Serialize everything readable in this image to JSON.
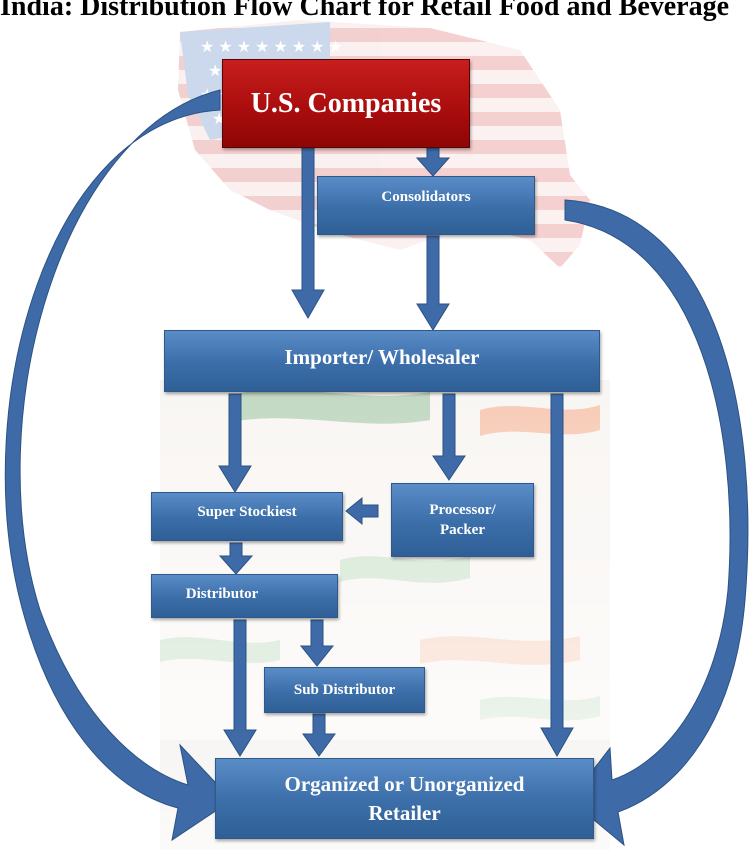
{
  "title": "India: Distribution Flow Chart for Retail Food and Beverage",
  "nodes": {
    "us_companies": "U.S. Companies",
    "consolidators": "Consolidators",
    "importer": "Importer/ Wholesaler",
    "super_stockiest": "Super Stockiest",
    "processor": "Processor/ Packer",
    "distributor": "Distributor",
    "sub_distributor": "Sub Distributor",
    "retailer": "Organized or Unorganized Retailer"
  },
  "colors": {
    "box_blue": "#3b6ea8",
    "box_red": "#b01010",
    "arrow_blue": "#3e6ba8"
  }
}
